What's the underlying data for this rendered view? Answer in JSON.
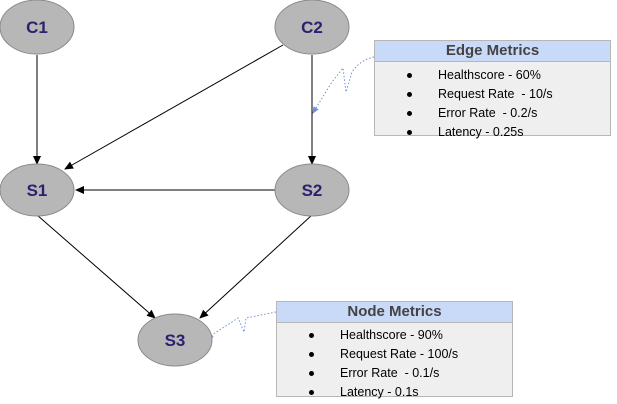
{
  "nodes": {
    "c1": "C1",
    "c2": "C2",
    "s1": "S1",
    "s2": "S2",
    "s3": "S3"
  },
  "edge_metrics": {
    "title": "Edge Metrics",
    "items": [
      "Healthscore - 60%",
      "Request Rate  - 10/s",
      "Error Rate  - 0.2/s",
      "Latency - 0.25s"
    ]
  },
  "node_metrics": {
    "title": "Node Metrics",
    "items": [
      "Healthscore - 90%",
      "Request Rate - 100/s",
      "Error Rate  - 0.1/s",
      "Latency - 0.1s"
    ]
  },
  "colors": {
    "node_fill": "#b7b7b7",
    "node_stroke": "#8a8a8a",
    "node_text": "#2b2170",
    "card_header": "#c9daf8",
    "card_body": "#efefef",
    "callout": "#6d8fd9"
  }
}
